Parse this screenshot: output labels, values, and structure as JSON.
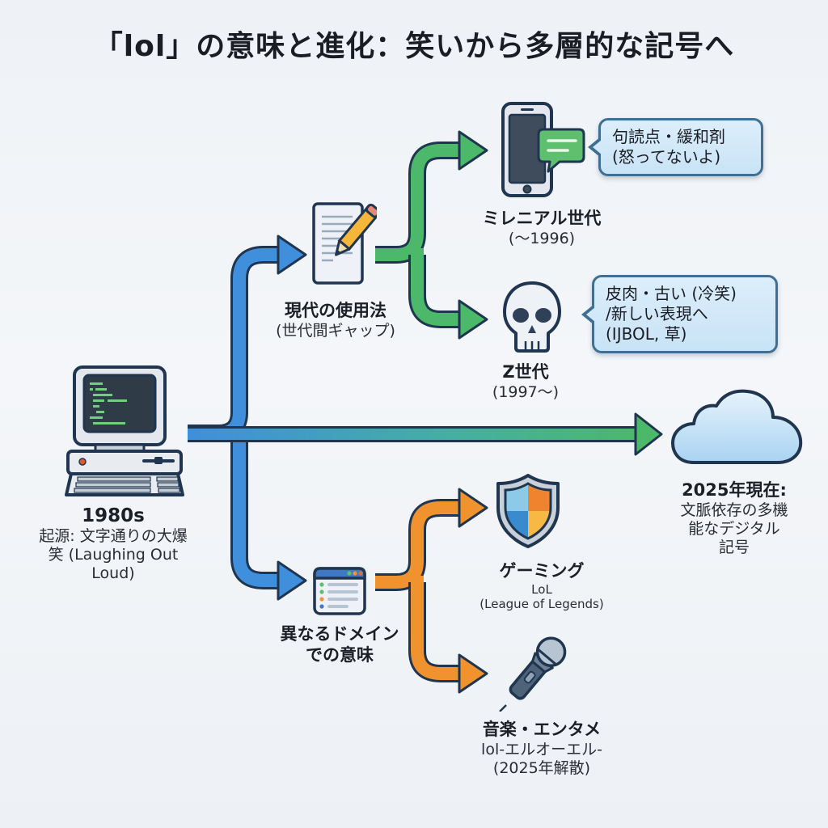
{
  "title": "「lol」の意味と進化：笑いから多層的な記号へ",
  "origin": {
    "icon": "retro-computer-icon",
    "heading": "1980s",
    "desc_line1": "起源: 文字通りの大爆",
    "desc_line2": "笑 (Laughing Out",
    "desc_line3": "Loud)"
  },
  "modern_usage": {
    "icon": "document-pencil-icon",
    "heading": "現代の使用法",
    "sub": "(世代間ギャップ)"
  },
  "millennials": {
    "icon": "smartphone-chat-icon",
    "heading": "ミレニアル世代",
    "sub": "(〜1996)",
    "bubble_line1": "句読点・緩和剤",
    "bubble_line2": "(怒ってないよ)"
  },
  "gen_z": {
    "icon": "skull-icon",
    "heading": "Z世代",
    "sub": "(1997〜)",
    "bubble_line1": "皮肉・古い (冷笑)",
    "bubble_line2": "/新しい表現へ",
    "bubble_line3": "(IJBOL, 草)"
  },
  "present": {
    "icon": "cloud-icon",
    "heading": "2025年現在:",
    "desc_line1": "文脈依存の多機",
    "desc_line2": "能なデジタル",
    "desc_line3": "記号"
  },
  "domains": {
    "icon": "app-window-list-icon",
    "heading_line1": "異なるドメイン",
    "heading_line2": "での意味"
  },
  "gaming": {
    "icon": "shield-icon",
    "heading": "ゲーミング",
    "sub1": "LoL",
    "sub2": "(League of Legends)"
  },
  "music": {
    "icon": "microphone-icon",
    "heading": "音楽・エンタメ",
    "sub1": "lol-エルオーエル-",
    "sub2": "(2025年解散)"
  },
  "colors": {
    "blue_branch": "#3f8fdc",
    "green_branch": "#4cb86a",
    "orange_branch": "#f0922e",
    "outline": "#1f3550"
  }
}
